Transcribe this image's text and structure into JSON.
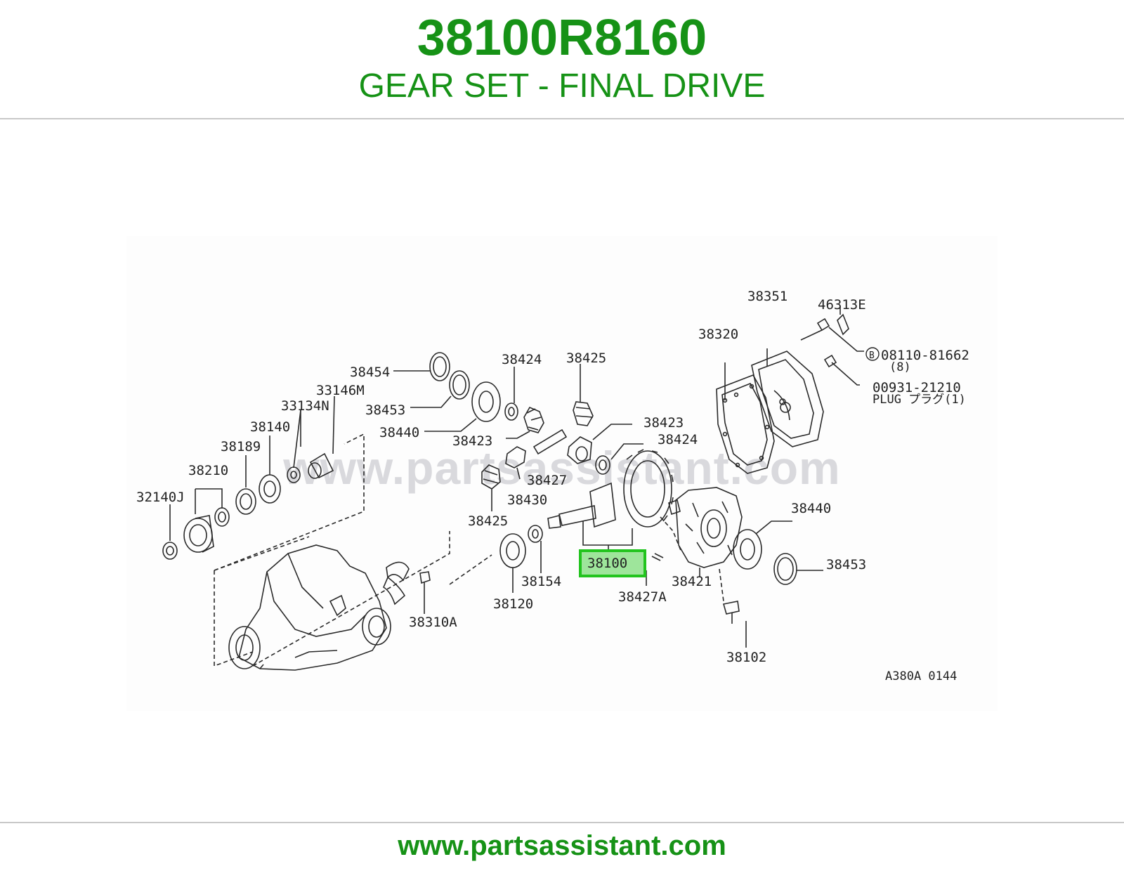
{
  "header": {
    "part_number": "38100R8160",
    "description": "GEAR SET - FINAL DRIVE"
  },
  "diagram": {
    "watermark": "www.partsassistant.com",
    "reference_code": "A380A 0144",
    "highlighted_label": "38100",
    "labels": {
      "l38351": "38351",
      "l46313E": "46313E",
      "l38320": "38320",
      "l08110": "08110-81662",
      "l08110_qty": "(8)",
      "l00931": "00931-21210",
      "l00931_note": "PLUG プラグ(1)",
      "l38454": "38454",
      "l38424a": "38424",
      "l38425a": "38425",
      "l33146M": "33146M",
      "l38453a": "38453",
      "l33134N": "33134N",
      "l38440a": "38440",
      "l38423a": "38423",
      "l38423b": "38423",
      "l38140": "38140",
      "l38424b": "38424",
      "l38189": "38189",
      "l38427": "38427",
      "l38210": "38210",
      "l38430": "38430",
      "l32140J": "32140J",
      "l38425b": "38425",
      "l38440b": "38440",
      "l38453b": "38453",
      "l38154": "38154",
      "l38421": "38421",
      "l38120": "38120",
      "l38427A": "38427A",
      "l38310A": "38310A",
      "l38102": "38102"
    }
  },
  "footer": {
    "url": "www.partsassistant.com"
  },
  "colors": {
    "brand_green": "#169216",
    "highlight_border": "#22c41e",
    "highlight_fill": "#9ee59b"
  },
  "icons": {
    "bolt_marker": "circled-b-icon"
  }
}
